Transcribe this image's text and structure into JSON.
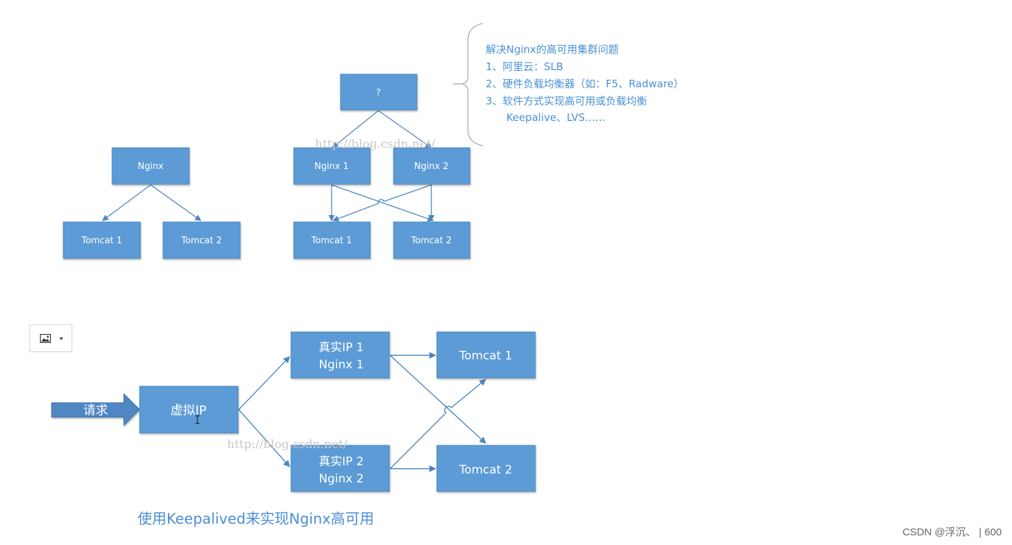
{
  "top_left": {
    "nginx": "Nginx",
    "tomcat1": "Tomcat 1",
    "tomcat2": "Tomcat 2"
  },
  "top_right": {
    "question": "?",
    "nginx1": "Nginx 1",
    "nginx2": "Nginx 2",
    "tomcat1": "Tomcat 1",
    "tomcat2": "Tomcat 2"
  },
  "note": {
    "title": "解决Nginx的高可用集群问题",
    "line1": "1、阿里云：SLB",
    "line2": "2、硬件负载均衡器（如：F5、Radware）",
    "line3": "3、软件方式实现高可用或负载均衡",
    "line4": "Keepalive、LVS……"
  },
  "bottom": {
    "request": "请求",
    "vip": "虚拟IP",
    "real1_line1": "真实IP 1",
    "real1_line2": "Nginx 1",
    "real2_line1": "真实IP 2",
    "real2_line2": "Nginx 2",
    "tomcat1": "Tomcat 1",
    "tomcat2": "Tomcat 2"
  },
  "watermark1": "http://blog.csdn.net/",
  "watermark2": "http://blog.csdn.net/",
  "caption": "使用Keepalived来实现Nginx高可用",
  "footer": "CSDN @浮沉、 | 600",
  "colors": {
    "box_fill": "#5b9bd5",
    "box_border": "#4a86c0",
    "arrow": "#4a86c0",
    "note_text": "#4a90d6",
    "caption_text": "#4a8ed8"
  },
  "icons": {
    "image_tool": "image-icon",
    "dropdown": "chevron-down-icon"
  }
}
